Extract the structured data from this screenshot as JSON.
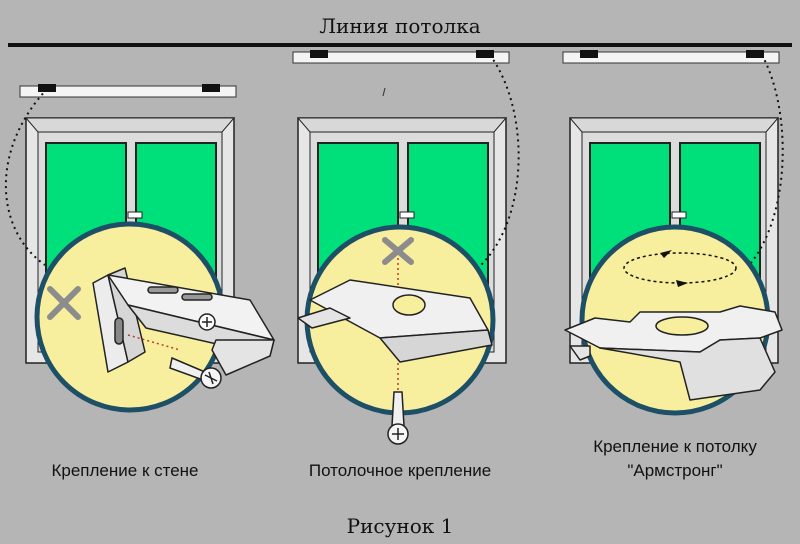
{
  "ceiling_label": "Линия потолка",
  "captions": {
    "wall": "Крепление к стене",
    "ceiling": "Потолочное крепление",
    "armstrong_line1": "Крепление к потолку",
    "armstrong_line2": "\"Армстронг\""
  },
  "figure_label": "Рисунок 1",
  "colors": {
    "background": "#b5b5b5",
    "glass": "#00e07a",
    "circle_fill": "#f7ee9e",
    "circle_ring": "#1d4f66",
    "rail": "#f4f4f4",
    "ceiling_line": "#111111"
  }
}
